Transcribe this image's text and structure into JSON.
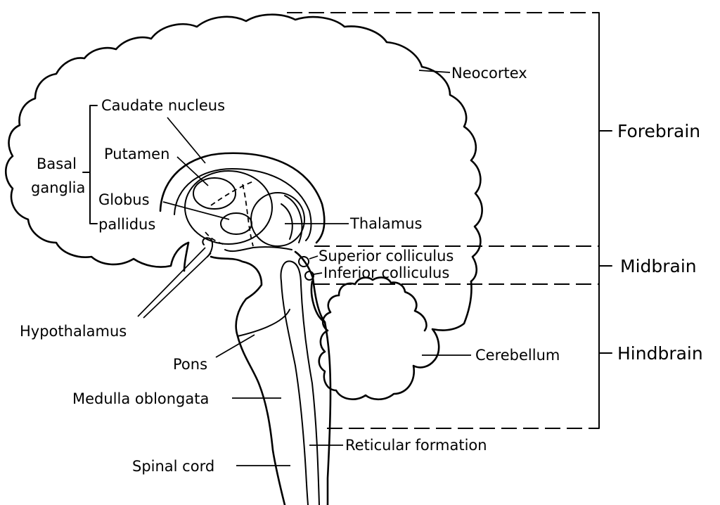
{
  "labels": {
    "neocortex": "Neocortex",
    "caudate_nucleus": "Caudate nucleus",
    "basal": "Basal",
    "ganglia": "ganglia",
    "putamen": "Putamen",
    "globus": "Globus",
    "pallidus": "pallidus",
    "thalamus": "Thalamus",
    "superior_colliculus": "Superior colliculus",
    "inferior_colliculus": "Inferior colliculus",
    "hypothalamus": "Hypothalamus",
    "pons": "Pons",
    "cerebellum": "Cerebellum",
    "medulla_oblongata": "Medulla oblongata",
    "reticular_formation": "Reticular formation",
    "spinal_cord": "Spinal cord"
  },
  "divisions": {
    "forebrain": "Forebrain",
    "midbrain": "Midbrain",
    "hindbrain": "Hindbrain"
  }
}
